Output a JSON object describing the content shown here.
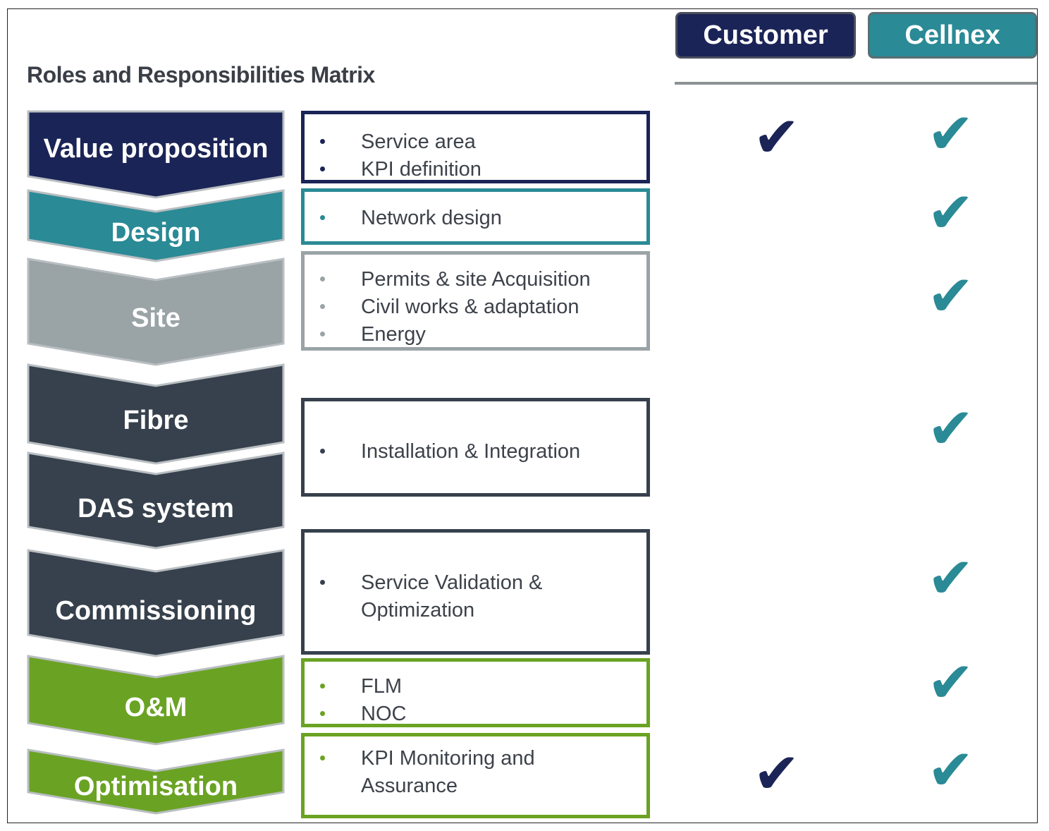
{
  "title": "Roles and Responsibilities Matrix",
  "columns": {
    "customer": "Customer",
    "cellnex": "Cellnex"
  },
  "colors": {
    "navy": "#1b2456",
    "teal": "#2a8a96",
    "grey": "#9aa3a6",
    "slate": "#37414d",
    "green": "#6aa323"
  },
  "stages": [
    {
      "label": "Value  proposition",
      "color": "#1b2456"
    },
    {
      "label": "Design",
      "color": "#2a8a96"
    },
    {
      "label": "Site",
      "color": "#9aa3a6"
    },
    {
      "label": "Fibre",
      "color": "#37414d"
    },
    {
      "label": "DAS system",
      "color": "#37414d"
    },
    {
      "label": "Commissioning",
      "color": "#37414d"
    },
    {
      "label": "O&M",
      "color": "#6aa323"
    },
    {
      "label": "Optimisation",
      "color": "#6aa323"
    }
  ],
  "boxes": [
    {
      "items": [
        "Service area",
        "KPI definition"
      ],
      "color": "#1b2456",
      "customer": true,
      "cellnex": true
    },
    {
      "items": [
        "Network  design"
      ],
      "color": "#2a8a96",
      "customer": false,
      "cellnex": true
    },
    {
      "items": [
        "Permits  & site Acquisition",
        "Civil works  & adaptation",
        "Energy"
      ],
      "color": "#9aa3a6",
      "customer": false,
      "cellnex": true
    },
    {
      "items": [
        "Installation & Integration"
      ],
      "color": "#37414d",
      "customer": false,
      "cellnex": true
    },
    {
      "items": [
        "Service Validation &\nOptimization"
      ],
      "color": "#37414d",
      "customer": false,
      "cellnex": true
    },
    {
      "items": [
        "FLM",
        "NOC"
      ],
      "color": "#6aa323",
      "customer": false,
      "cellnex": true
    },
    {
      "items": [
        "KPI Monitoring  and\nAssurance"
      ],
      "color": "#6aa323",
      "customer": true,
      "cellnex": true
    }
  ],
  "check_glyph": "✔"
}
